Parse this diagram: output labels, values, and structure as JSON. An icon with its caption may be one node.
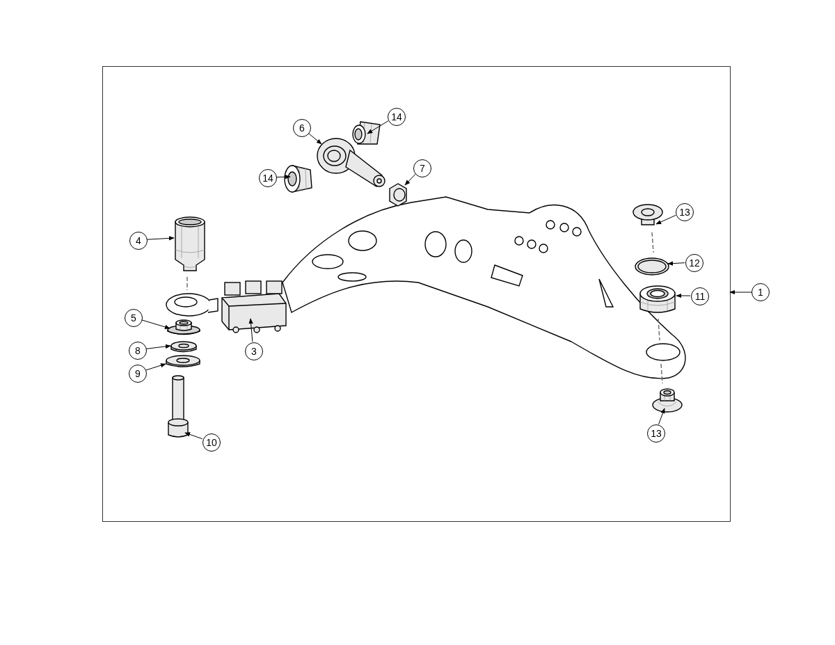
{
  "diagram": {
    "nodes": [
      {
        "text": [],
        "shape": "box"
      },
      {
        "text": [
          "6"
        ],
        "in": 0
      },
      {
        "text": [
          "14"
        ],
        "in": 0
      },
      {
        "text": [
          "14"
        ],
        "in": 0
      },
      {
        "text": [
          "7"
        ],
        "in": 0
      },
      {
        "text": [
          "13"
        ],
        "in": 0
      },
      {
        "text": [
          "4"
        ],
        "in": 0
      },
      {
        "text": [
          "12"
        ],
        "in": 0
      },
      {
        "text": [
          "1"
        ]
      },
      {
        "text": [
          "11"
        ],
        "in": 0
      },
      {
        "text": [
          "5"
        ],
        "in": 0
      },
      {
        "text": [
          "3"
        ],
        "in": 0
      },
      {
        "text": [
          "8"
        ],
        "in": 0
      },
      {
        "text": [
          "9"
        ],
        "in": 0
      },
      {
        "text": [
          "13"
        ],
        "in": 0
      },
      {
        "text": [
          "10"
        ],
        "in": 0
      },
      {
        "text": [],
        "shape": "picture",
        "in": 0
      },
      {
        "text": [],
        "shape": "picture",
        "in": 0
      },
      {
        "text": [],
        "shape": "picture",
        "in": 0
      },
      {
        "text": [],
        "shape": "picture",
        "in": 0
      },
      {
        "text": [],
        "shape": "picture",
        "in": 0
      },
      {
        "text": [],
        "shape": "picture",
        "in": 0
      },
      {
        "text": [],
        "shape": "picture",
        "in": 0
      },
      {
        "text": [],
        "shape": "picture",
        "in": 0
      },
      {
        "text": [],
        "shape": "picture",
        "in": 0
      },
      {
        "text": [],
        "shape": "picture",
        "in": 0
      },
      {
        "text": [],
        "shape": "picture",
        "in": 0
      },
      {
        "text": [],
        "shape": "picture",
        "in": 0
      },
      {
        "text": [],
        "shape": "picture",
        "in": 0
      },
      {
        "text": [],
        "shape": "picture",
        "in": 0
      }
    ],
    "edges": [
      {
        "from": 1,
        "to": 16,
        "arrow": "to"
      },
      {
        "from": 2,
        "to": 17,
        "arrow": "to"
      },
      {
        "from": 3,
        "to": 18,
        "arrow": "to"
      },
      {
        "from": 4,
        "to": 19,
        "arrow": "to"
      },
      {
        "from": 5,
        "to": 20,
        "arrow": "to"
      },
      {
        "from": 6,
        "to": 21,
        "arrow": "to"
      },
      {
        "from": 7,
        "to": 22,
        "arrow": "to"
      },
      {
        "from": 8,
        "to": 0,
        "arrow": "to"
      },
      {
        "from": 9,
        "to": 23,
        "arrow": "to"
      },
      {
        "from": 10,
        "to": 24,
        "arrow": "to"
      },
      {
        "from": 11,
        "to": 25,
        "arrow": "to"
      },
      {
        "from": 12,
        "to": 26,
        "arrow": "to"
      },
      {
        "from": 13,
        "to": 27,
        "arrow": "to"
      },
      {
        "from": 14,
        "to": 28,
        "arrow": "to"
      },
      {
        "from": 15,
        "to": 29,
        "arrow": "to"
      }
    ]
  }
}
